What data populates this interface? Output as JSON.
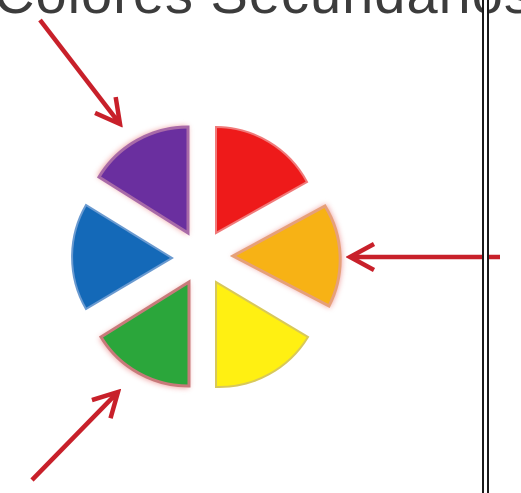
{
  "heading": {
    "text": "Colores Secundarios"
  },
  "wheel": {
    "segments": [
      {
        "name": "purple",
        "color": "#6a2f9f"
      },
      {
        "name": "red",
        "color": "#ee1a1a"
      },
      {
        "name": "orange",
        "color": "#f7b215"
      },
      {
        "name": "yellow",
        "color": "#fff012"
      },
      {
        "name": "green",
        "color": "#2ba63b"
      },
      {
        "name": "blue",
        "color": "#1469b8"
      }
    ],
    "highlight_color": "#e35656"
  },
  "arrows": {
    "color": "#c8202a",
    "targets": [
      "purple",
      "orange",
      "green"
    ]
  }
}
